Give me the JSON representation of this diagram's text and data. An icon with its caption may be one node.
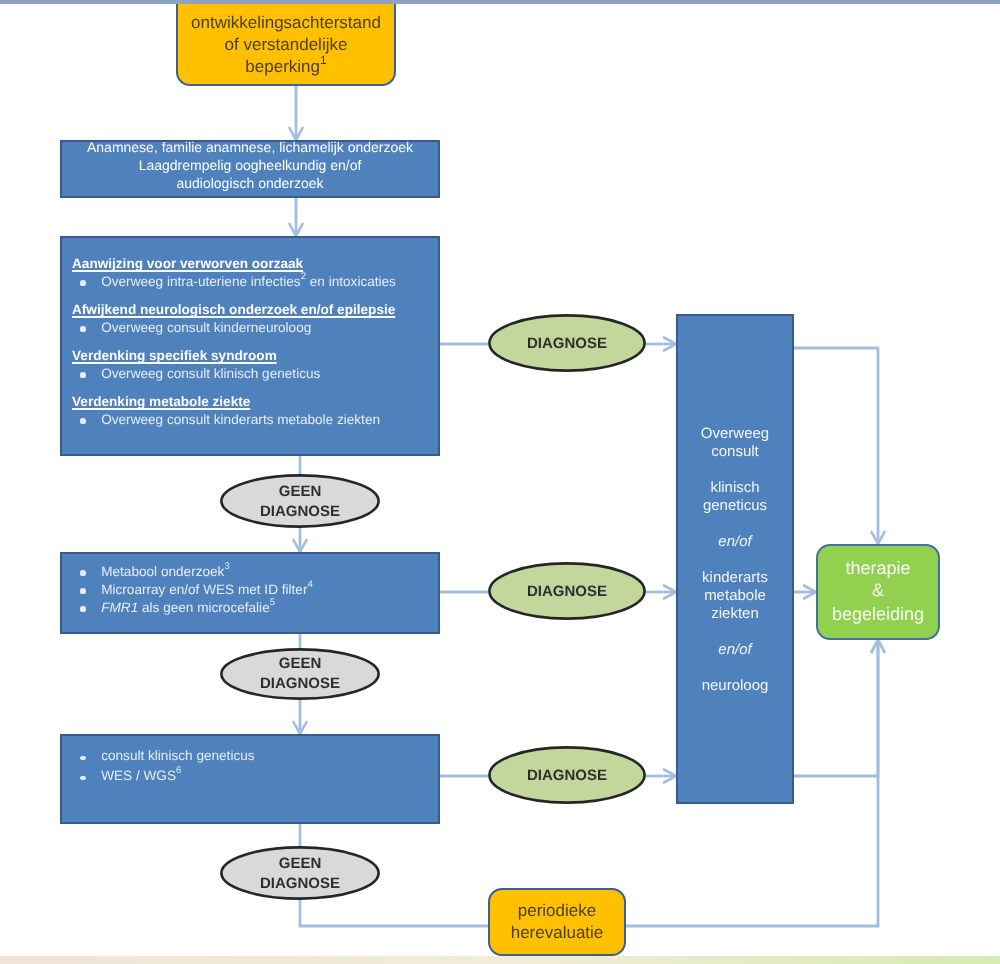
{
  "diagram": {
    "nodes": [
      {
        "text": [
          "ontwikkelingsachterstand of verstandelijke beperking$^{1}$"
        ]
      },
      {
        "text": [
          "Anamnese, familie anamnese, lichamelijk onderzoek",
          "Laagdrempelig oogheelkundig en/of audiologisch onderzoek"
        ]
      },
      {
        "text": [
          "Aanwijzing voor verworven oorzaak",
          "Overweeg intra-uteriene infecties$^{2}$ en intoxicaties",
          "Afwijkend neurologisch onderzoek en/of epilepsie",
          "Overweeg consult kinderneuroloog",
          "Verdenking specifiek syndroom",
          "Overweeg consult klinisch geneticus",
          "Verdenking metabole ziekte",
          "Overweeg consult kinderarts metabole ziekten"
        ]
      },
      {
        "text": [
          "DIAGNOSE"
        ]
      },
      {
        "text": [
          "GEEN DIAGNOSE"
        ]
      },
      {
        "text": [
          "Metabool onderzoek$^{3}$",
          "Microarray en/of WES met ID filter$^{4}$",
          "*FMR1* als geen microcefalie$^{5}$"
        ]
      },
      {
        "text": [
          "DIAGNOSE"
        ]
      },
      {
        "text": [
          "GEEN DIAGNOSE"
        ]
      },
      {
        "text": [
          "consult klinisch geneticus",
          "WES / WGS$^{6}$"
        ]
      },
      {
        "text": [
          "DIAGNOSE"
        ]
      },
      {
        "text": [
          "GEEN DIAGNOSE"
        ]
      },
      {
        "text": [
          "Overweeg consult",
          "klinisch geneticus",
          "en/of",
          "kinderarts metabole ziekten",
          "en/of",
          "neuroloog"
        ]
      },
      {
        "text": [
          "therapie & begeleiding"
        ]
      },
      {
        "text": [
          "periodieke herevaluatie"
        ]
      }
    ],
    "edges": [
      {
        "from": 0,
        "to": 1,
        "arrow": "to"
      },
      {
        "from": 1,
        "to": 2,
        "arrow": "to"
      },
      {
        "from": 2,
        "to": 3,
        "arrow": "none"
      },
      {
        "from": 3,
        "to": 11,
        "arrow": "to"
      },
      {
        "from": 2,
        "to": 4,
        "arrow": "none"
      },
      {
        "from": 4,
        "to": 5,
        "arrow": "to"
      },
      {
        "from": 5,
        "to": 6,
        "arrow": "none"
      },
      {
        "from": 6,
        "to": 11,
        "arrow": "to"
      },
      {
        "from": 5,
        "to": 7,
        "arrow": "none"
      },
      {
        "from": 7,
        "to": 8,
        "arrow": "to"
      },
      {
        "from": 8,
        "to": 9,
        "arrow": "none"
      },
      {
        "from": 9,
        "to": 11,
        "arrow": "to"
      },
      {
        "from": 8,
        "to": 10,
        "arrow": "none"
      },
      {
        "from": 10,
        "to": 13,
        "arrow": "none"
      },
      {
        "from": 11,
        "to": 12,
        "arrow": "to"
      },
      {
        "from": 11,
        "to": 12,
        "arrow": "to"
      },
      {
        "from": 11,
        "to": 12,
        "arrow": "to"
      },
      {
        "from": 13,
        "to": 12,
        "arrow": "to"
      }
    ]
  }
}
